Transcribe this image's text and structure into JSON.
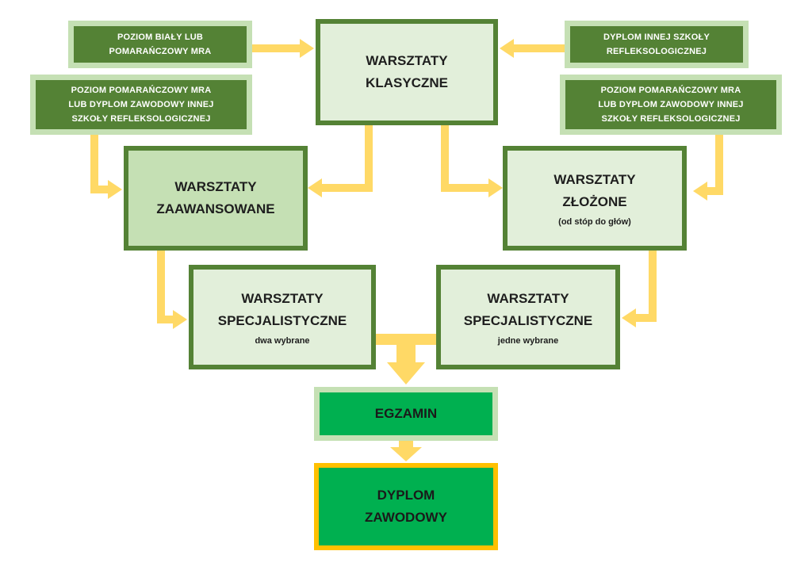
{
  "prerequisites": {
    "top_left": [
      "POZIOM BIAŁY LUB",
      "POMARAŃCZOWY MRA"
    ],
    "top_right": [
      "DYPLOM INNEJ SZKOŁY",
      "REFLEKSOLOGICZNEJ"
    ],
    "mid_left": [
      "POZIOM POMARAŃCZOWY  MRA",
      "LUB DYPLOM ZAWODOWY INNEJ",
      "SZKOŁY REFLEKSOLOGICZNEJ"
    ],
    "mid_right": [
      "POZIOM POMARAŃCZOWY  MRA",
      "LUB DYPLOM ZAWODOWY INNEJ",
      "SZKOŁY REFLEKSOLOGICZNEJ"
    ]
  },
  "workshops": {
    "classic": [
      "WARSZTATY",
      "KLASYCZNE"
    ],
    "advanced": [
      "WARSZTATY",
      "ZAAWANSOWANE"
    ],
    "complex": [
      "WARSZTATY",
      "ZŁOŻONE"
    ],
    "complex_note": "(od stóp do głów)",
    "specialist_left": [
      "WARSZTATY",
      "SPECJALISTYCZNE"
    ],
    "specialist_left_note": "dwa wybrane",
    "specialist_right": [
      "WARSZTATY",
      "SPECJALISTYCZNE"
    ],
    "specialist_right_note": "jedne wybrane"
  },
  "exam": "EGZAMIN",
  "diploma": [
    "DYPLOM",
    "ZAWODOWY"
  ],
  "colors": {
    "dark_green": "#548235",
    "light_green_border": "#c5e0b4",
    "pale_green_fill": "#e2efda",
    "bright_green": "#00b050",
    "arrow_yellow": "#ffd966",
    "gold_border": "#ffc000"
  }
}
